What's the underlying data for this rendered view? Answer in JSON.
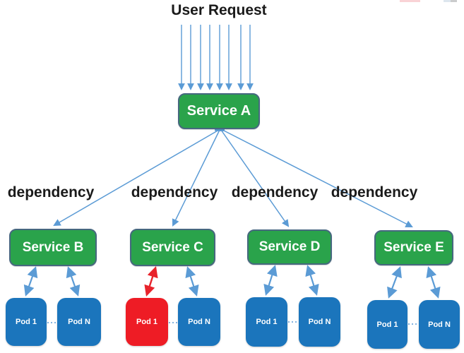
{
  "title": "User Request",
  "dependency_labels": [
    "dependency",
    "dependency",
    "dependency",
    "dependency"
  ],
  "services": [
    {
      "id": "a",
      "label": "Service A"
    },
    {
      "id": "b",
      "label": "Service B"
    },
    {
      "id": "c",
      "label": "Service C"
    },
    {
      "id": "d",
      "label": "Service D"
    },
    {
      "id": "e",
      "label": "Service E"
    }
  ],
  "pods": {
    "b": [
      {
        "label": "Pod 1",
        "status": "healthy"
      },
      {
        "label": "Pod N",
        "status": "healthy"
      }
    ],
    "c": [
      {
        "label": "Pod 1",
        "status": "failed"
      },
      {
        "label": "Pod N",
        "status": "healthy"
      }
    ],
    "d": [
      {
        "label": "Pod 1",
        "status": "healthy"
      },
      {
        "label": "Pod N",
        "status": "healthy"
      }
    ],
    "e": [
      {
        "label": "Pod 1",
        "status": "healthy"
      },
      {
        "label": "Pod N",
        "status": "healthy"
      }
    ]
  },
  "edges": [
    {
      "from": "User Request",
      "to": "Service A",
      "arrow_count": 8,
      "direction": "down"
    },
    {
      "from": "Service A",
      "to": "Service B",
      "label": "dependency",
      "direction": "down"
    },
    {
      "from": "Service A",
      "to": "Service C",
      "label": "dependency",
      "direction": "down"
    },
    {
      "from": "Service A",
      "to": "Service D",
      "label": "dependency",
      "direction": "down"
    },
    {
      "from": "Service A",
      "to": "Service E",
      "label": "dependency",
      "direction": "down"
    },
    {
      "from": "Service B",
      "to": "Pod 1",
      "direction": "bidirectional",
      "color": "blue"
    },
    {
      "from": "Service B",
      "to": "Pod N",
      "direction": "bidirectional",
      "color": "blue"
    },
    {
      "from": "Service C",
      "to": "Pod 1",
      "direction": "bidirectional",
      "color": "red"
    },
    {
      "from": "Service C",
      "to": "Pod N",
      "direction": "bidirectional",
      "color": "blue"
    },
    {
      "from": "Service D",
      "to": "Pod 1",
      "direction": "bidirectional",
      "color": "blue"
    },
    {
      "from": "Service D",
      "to": "Pod N",
      "direction": "bidirectional",
      "color": "blue"
    },
    {
      "from": "Service E",
      "to": "Pod 1",
      "direction": "bidirectional",
      "color": "blue"
    },
    {
      "from": "Service E",
      "to": "Pod N",
      "direction": "bidirectional",
      "color": "blue"
    }
  ],
  "colors": {
    "arrow": "#5B9BD5",
    "arrow_alert": "#E8232B",
    "service_fill": "#2AA34B",
    "service_border": "#46687F",
    "pod_fill": "#1B75BC",
    "pod_failed_fill": "#EE1C25",
    "label_text": "#1A1A1A",
    "node_text": "#FFFFFF"
  }
}
